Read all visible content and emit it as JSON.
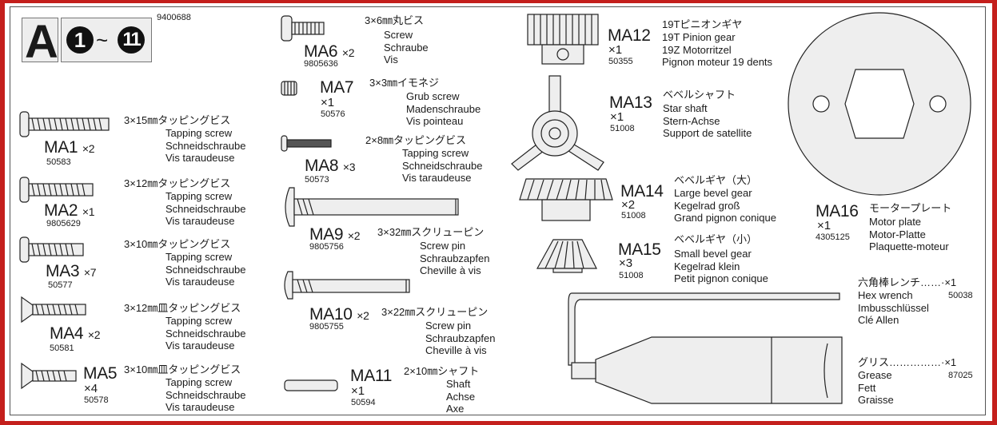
{
  "header": {
    "section": "A",
    "step_from": "1",
    "step_sep": "~",
    "step_to": "11",
    "bag_code": "9400688"
  },
  "parts": [
    {
      "id": "MA1",
      "qty": "×2",
      "code": "50583",
      "jp": "3×15㎜タッピングビス",
      "en": [
        "Tapping screw",
        "Schneidschraube",
        "Vis taraudeuse"
      ]
    },
    {
      "id": "MA2",
      "qty": "×1",
      "code": "9805629",
      "jp": "3×12㎜タッピングビス",
      "en": [
        "Tapping screw",
        "Schneidschraube",
        "Vis taraudeuse"
      ]
    },
    {
      "id": "MA3",
      "qty": "×7",
      "code": "50577",
      "jp": "3×10㎜タッピングビス",
      "en": [
        "Tapping screw",
        "Schneidschraube",
        "Vis taraudeuse"
      ]
    },
    {
      "id": "MA4",
      "qty": "×2",
      "code": "50581",
      "jp": "3×12㎜皿タッピングビス",
      "en": [
        "Tapping screw",
        "Schneidschraube",
        "Vis taraudeuse"
      ]
    },
    {
      "id": "MA5",
      "qty": "×4",
      "code": "50578",
      "jp": "3×10㎜皿タッピングビス",
      "en": [
        "Tapping screw",
        "Schneidschraube",
        "Vis taraudeuse"
      ]
    },
    {
      "id": "MA6",
      "qty": "×2",
      "code": "9805636",
      "jp": "3×6㎜丸ビス",
      "en": [
        "Screw",
        "Schraube",
        "Vis"
      ]
    },
    {
      "id": "MA7",
      "qty": "×1",
      "code": "50576",
      "jp": "3×3㎜イモネジ",
      "en": [
        "Grub screw",
        "Madenschraube",
        "Vis pointeau"
      ]
    },
    {
      "id": "MA8",
      "qty": "×3",
      "code": "50573",
      "jp": "2×8㎜タッピングビス",
      "en": [
        "Tapping screw",
        "Schneidschraube",
        "Vis taraudeuse"
      ]
    },
    {
      "id": "MA9",
      "qty": "×2",
      "code": "9805756",
      "jp": "3×32㎜スクリューピン",
      "en": [
        "Screw pin",
        "Schraubzapfen",
        "Cheville à vis"
      ]
    },
    {
      "id": "MA10",
      "qty": "×2",
      "code": "9805755",
      "jp": "3×22㎜スクリューピン",
      "en": [
        "Screw pin",
        "Schraubzapfen",
        "Cheville à vis"
      ]
    },
    {
      "id": "MA11",
      "qty": "×1",
      "code": "50594",
      "jp": "2×10㎜シャフト",
      "en": [
        "Shaft",
        "Achse",
        "Axe"
      ]
    },
    {
      "id": "MA12",
      "qty": "×1",
      "code": "50355",
      "jp": "19Tピニオンギヤ",
      "en": [
        "19T Pinion gear",
        "19Z Motorritzel",
        "Pignon moteur 19 dents"
      ]
    },
    {
      "id": "MA13",
      "qty": "×1",
      "code": "51008",
      "jp": "ベベルシャフト",
      "en": [
        "Star shaft",
        "Stern-Achse",
        "Support de satellite"
      ]
    },
    {
      "id": "MA14",
      "qty": "×2",
      "code": "51008",
      "jp": "ベベルギヤ（大）",
      "en": [
        "Large bevel gear",
        "Kegelrad groß",
        "Grand pignon conique"
      ]
    },
    {
      "id": "MA15",
      "qty": "×3",
      "code": "51008",
      "jp": "ベベルギヤ（小）",
      "en": [
        "Small bevel gear",
        "Kegelrad klein",
        "Petit pignon conique"
      ]
    },
    {
      "id": "MA16",
      "qty": "×1",
      "code": "4305125",
      "jp": "モータープレート",
      "en": [
        "Motor plate",
        "Motor-Platte",
        "Plaquette-moteur"
      ]
    }
  ],
  "tools": [
    {
      "jp": "六角棒レンチ……·×1",
      "code": "50038",
      "en": [
        "Hex wrench",
        "Imbusschlüssel",
        "Clé Allen"
      ]
    },
    {
      "jp": "グリス……………·×1",
      "code": "87025",
      "en": [
        "Grease",
        "Fett",
        "Graisse"
      ]
    }
  ],
  "colors": {
    "border": "#c41f1c",
    "frame": "#555555"
  }
}
